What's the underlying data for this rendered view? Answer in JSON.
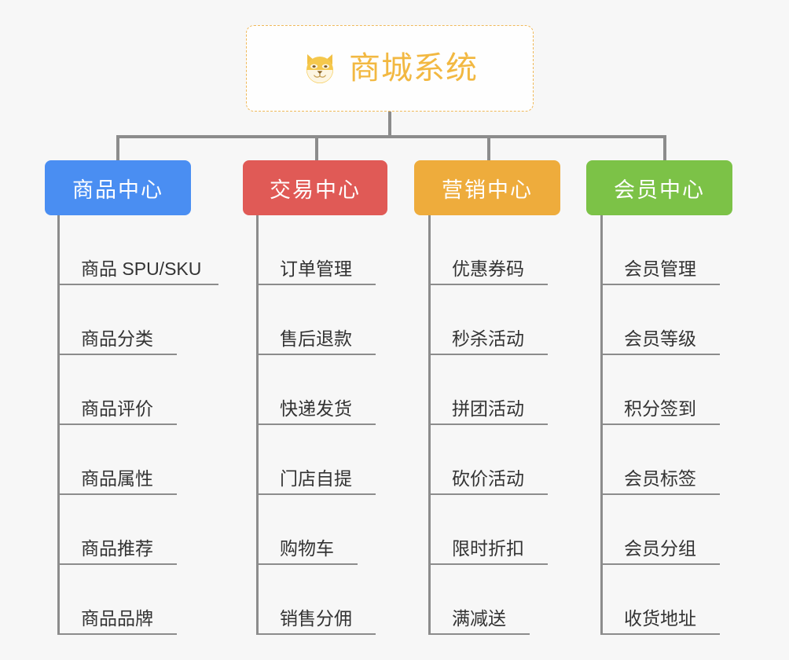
{
  "background_color": "#f7f7f7",
  "root": {
    "title": "商城系统",
    "icon": "shiba-dog-face-emoji",
    "text_color": "#f2b841",
    "border_color": "#f0b95a",
    "border_style": "dashed",
    "background": "#fefefe"
  },
  "connector_color": "#8c8c8c",
  "categories": [
    {
      "label": "商品中心",
      "color": "#4a8ef2",
      "items": [
        "商品 SPU/SKU",
        "商品分类",
        "商品评价",
        "商品属性",
        "商品推荐",
        "商品品牌"
      ]
    },
    {
      "label": "交易中心",
      "color": "#e05a56",
      "items": [
        "订单管理",
        "售后退款",
        "快递发货",
        "门店自提",
        "购物车",
        "销售分佣"
      ]
    },
    {
      "label": "营销中心",
      "color": "#eeac3c",
      "items": [
        "优惠券码",
        "秒杀活动",
        "拼团活动",
        "砍价活动",
        "限时折扣",
        "满减送"
      ]
    },
    {
      "label": "会员中心",
      "color": "#7cc247",
      "items": [
        "会员管理",
        "会员等级",
        "积分签到",
        "会员标签",
        "会员分组",
        "收货地址"
      ]
    }
  ]
}
